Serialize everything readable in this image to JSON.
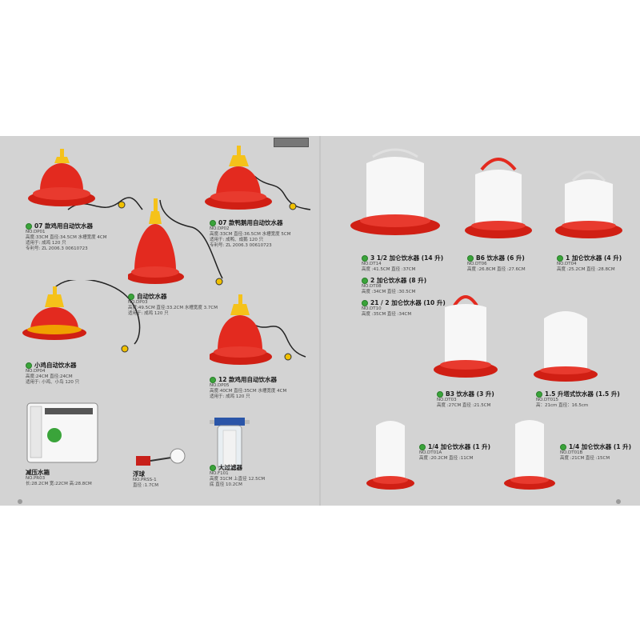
{
  "products_left": [
    {
      "title": "07 款鸡用自动饮水器",
      "lines": [
        "NO.DP01",
        "高度:33CM  直径:34.5CM  水槽宽度 4CM",
        "适用于: 成鸡 120 只",
        "专利号: ZL 2006.3 00610723"
      ]
    },
    {
      "title": "07 款鸭鹅用自动饮水器",
      "lines": [
        "NO.DP02",
        "高度:33CM  直径:36.5CM  水槽宽度 5CM",
        "适用于: 成鸭、成鹅 120 只",
        "专利号: ZL 2006.3 00610723"
      ]
    },
    {
      "title": "自动饮水器",
      "lines": [
        "NO.DP03",
        "高度:49.5CM  直径:33.2CM  水槽宽度 3.7CM",
        "适用于: 成鸡 120 只"
      ]
    },
    {
      "title": "小鸡自动饮水器",
      "lines": [
        "NO.DP04",
        "高度:24CM  直径:24CM",
        "适用于: 小鸡、小鸟 120 只"
      ]
    },
    {
      "title": "12 款鸡用自动饮水器",
      "lines": [
        "NO.DP05",
        "高度:40CM  直径:35CM  水槽宽度 4CM",
        "适用于: 成鸡 120 只"
      ]
    },
    {
      "title": "减压水箱",
      "lines": [
        "NO.PR03",
        "长:28.2CM  宽:22CM  高:28.8CM"
      ]
    },
    {
      "title": "浮球",
      "lines": [
        "NO.PRSS-1",
        "直径 :1.7CM"
      ]
    },
    {
      "title": "大过滤器",
      "lines": [
        "NO.F101",
        "高度 31CM   上直径 12.5CM",
        "底 直径 10.2CM"
      ]
    }
  ],
  "products_right": [
    {
      "title": "3 1/2 加仑饮水器 (14 升)",
      "lines": [
        "NO.DT14",
        "高度 :41.5CM  直径 :37CM"
      ]
    },
    {
      "title": "2 加仑饮水器 (8 升)",
      "lines": [
        "NO.DT08",
        "高度 :34CM  直径 :30.5CM"
      ]
    },
    {
      "title": "21 / 2 加仑饮水器 (10 升)",
      "lines": [
        "NO.DT10",
        "高度 :35CM  直径 :34CM"
      ]
    },
    {
      "title": "B6 饮水器 (6 升)",
      "lines": [
        "NO.DT06",
        "高度 :26.8CM  直径 :27.6CM"
      ]
    },
    {
      "title": "1 加仑饮水器 (4 升)",
      "lines": [
        "NO.DT04",
        "高度 :25.2CM  直径 :28.8CM"
      ]
    },
    {
      "title": "B3 饮水器 (3 升)",
      "lines": [
        "NO.DT03",
        "高度 :27CM  直径 :21.5CM"
      ]
    },
    {
      "title": "1.5 升塔式饮水器 (1.5 升)",
      "lines": [
        "NO.DT015",
        "高：21cm   直径：16.5cm"
      ]
    },
    {
      "title": "1/4 加仑饮水器 (1 升)",
      "lines": [
        "NO.DT01A",
        "高度 :20.2CM  直径 :11CM"
      ]
    },
    {
      "title": "1/4 加仑饮水器 (1 升)",
      "lines": [
        "NO.DT01B",
        "高度 :21CM  直径 :15CM"
      ]
    }
  ],
  "colors": {
    "page_bg": "#d3d3d3",
    "feeder_red": "#e32a1f",
    "feeder_yellow": "#f5c21a",
    "plastic_white": "#f7f7f7",
    "bullet_green": "#3aa43a"
  }
}
